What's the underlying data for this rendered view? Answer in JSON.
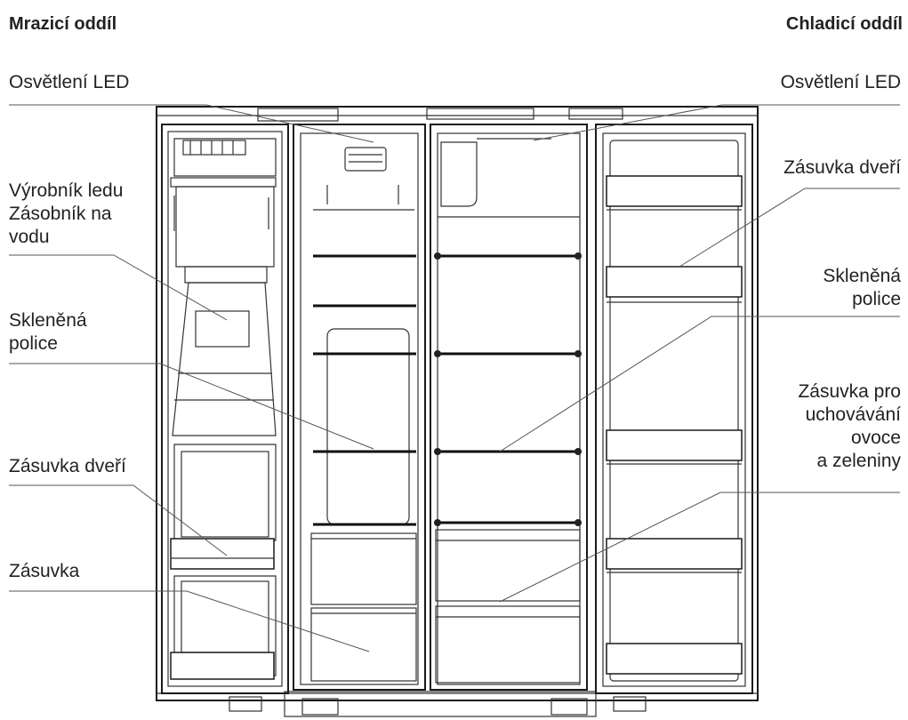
{
  "headings": {
    "freezer": "Mrazicí oddíl",
    "fridge": "Chladicí oddíl"
  },
  "labels": {
    "led_left": "Osvětlení LED",
    "led_right": "Osvětlení LED",
    "ice_maker": "Výrobník ledu\nZásobník na\nvodu",
    "glass_shelf_left": "Skleněná\npolice",
    "door_bin_left": "Zásuvka dveří",
    "drawer_left": "Zásuvka",
    "door_bin_right": "Zásuvka dveří",
    "glass_shelf_right": "Skleněná\npolice",
    "crisper_drawer": "Zásuvka pro\nuchovávání\novoce\na zeleniny"
  }
}
